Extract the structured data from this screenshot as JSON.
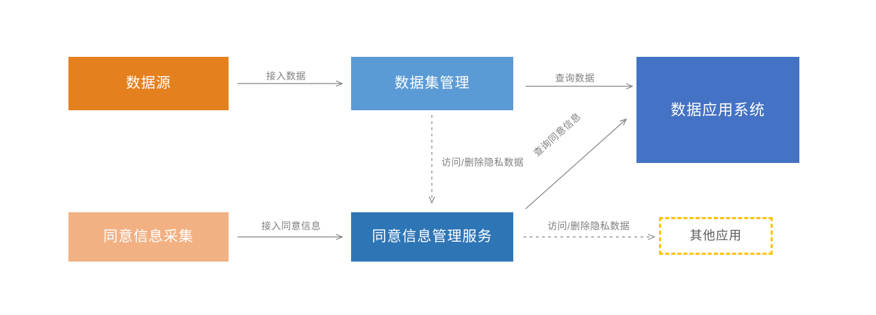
{
  "diagram": {
    "title": "",
    "background": "#ffffff",
    "nodes": [
      {
        "id": "data-source",
        "label": "数据源",
        "color": "#E5801E",
        "text_color": "#ffffff",
        "shape": "rect"
      },
      {
        "id": "dataset-management",
        "label": "数据集管理",
        "color": "#5B9BD5",
        "text_color": "#ffffff",
        "shape": "rect"
      },
      {
        "id": "data-app-system",
        "label": "数据应用系统",
        "color": "#4472C4",
        "text_color": "#ffffff",
        "shape": "rect"
      },
      {
        "id": "consent-collection",
        "label": "同意信息采集",
        "color": "#F2B183",
        "text_color": "#ffffff",
        "shape": "rect"
      },
      {
        "id": "consent-service",
        "label": "同意信息管理服务",
        "color": "#2E75B6",
        "text_color": "#ffffff",
        "shape": "rect"
      },
      {
        "id": "other-app",
        "label": "其他应用",
        "color": "#ffffff",
        "text_color": "#595959",
        "border_color": "#FFC000",
        "shape": "dashed-rect"
      }
    ],
    "edges": [
      {
        "id": "ingest-data",
        "label": "接入数据",
        "from": "data-source",
        "to": "dataset-management",
        "style": "solid",
        "direction": "right"
      },
      {
        "id": "query-data",
        "label": "查询数据",
        "from": "dataset-management",
        "to": "data-app-system",
        "style": "solid",
        "direction": "right"
      },
      {
        "id": "ingest-consent",
        "label": "接入同意信息",
        "from": "consent-collection",
        "to": "consent-service",
        "style": "solid",
        "direction": "right"
      },
      {
        "id": "access-delete-down",
        "label": "访问/删除隐私数据",
        "from": "dataset-management",
        "to": "consent-service",
        "style": "dashed",
        "direction": "down"
      },
      {
        "id": "query-consent",
        "label": "查询同意信息",
        "from": "consent-service",
        "to": "data-app-system",
        "style": "solid",
        "direction": "up-right"
      },
      {
        "id": "access-delete-right",
        "label": "访问/删除隐私数据",
        "from": "consent-service",
        "to": "other-app",
        "style": "dashed",
        "direction": "right"
      }
    ],
    "edge_color": "#808080",
    "edge_label_color": "#7F7F7F"
  }
}
